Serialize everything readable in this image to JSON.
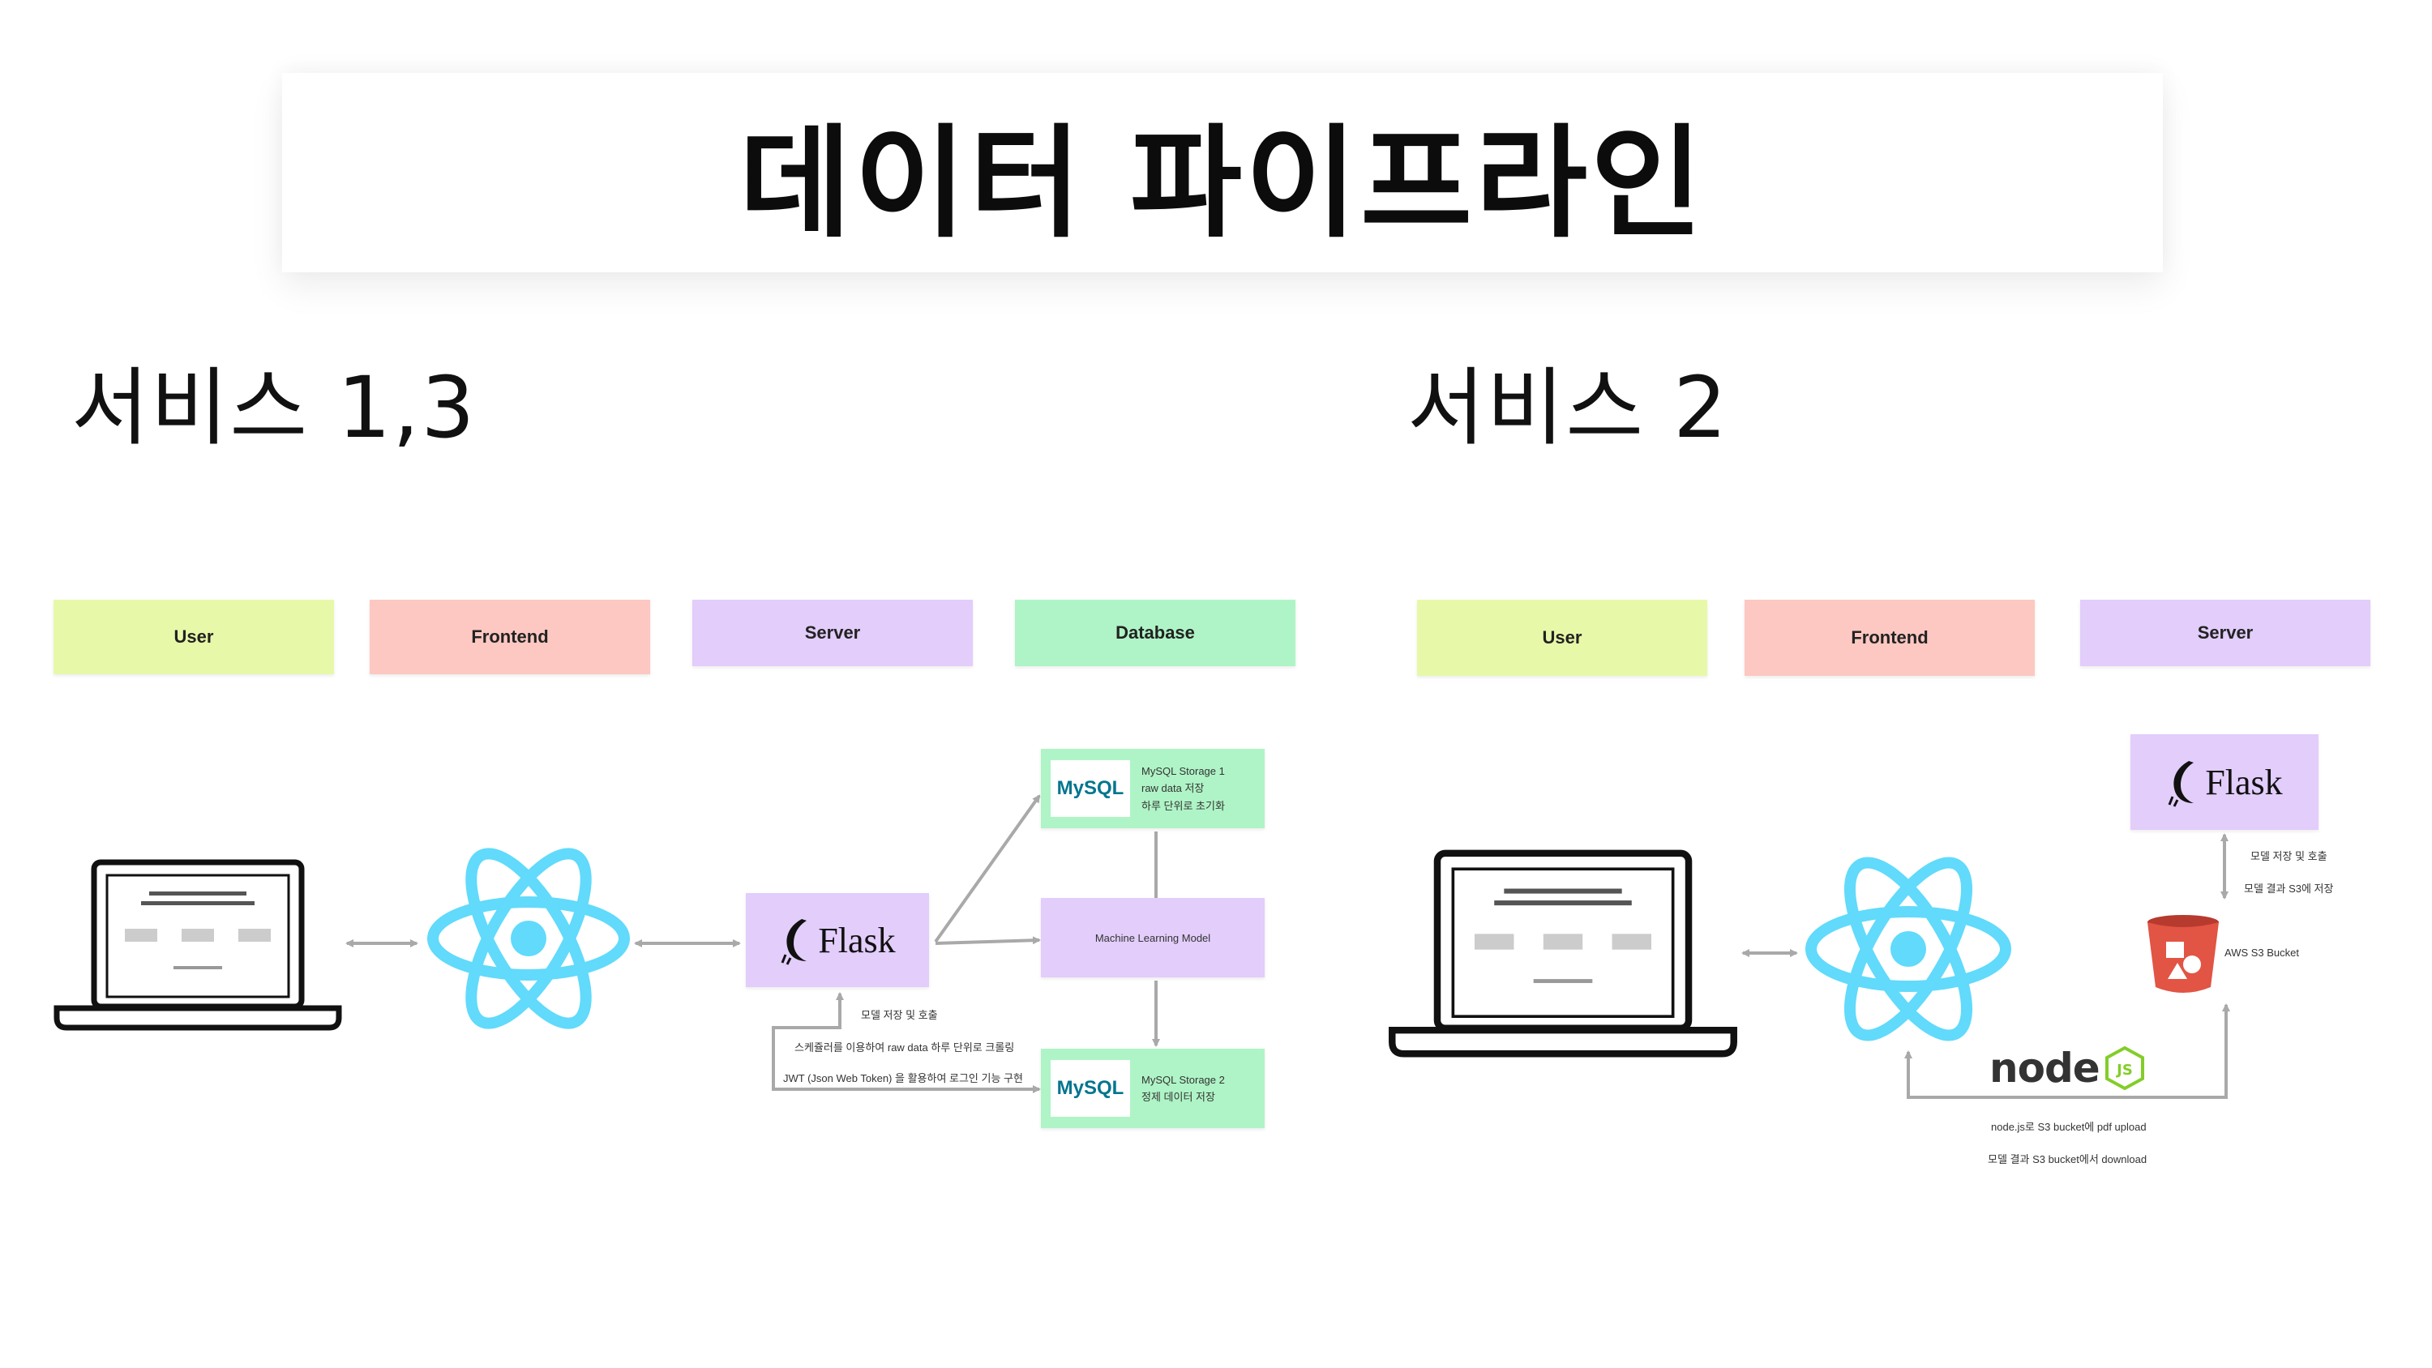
{
  "title": "데이터 파이프라인",
  "left": {
    "heading": "서비스 1,3",
    "lanes": [
      "User",
      "Frontend",
      "Server",
      "Database"
    ],
    "flask_label": "Flask",
    "mysql1": {
      "logo": "MySQL",
      "lines": [
        "MySQL Storage 1",
        "raw data 저장",
        "하루 단위로 초기화"
      ]
    },
    "ml": "Machine Learning Model",
    "mysql2": {
      "logo": "MySQL",
      "lines": [
        "MySQL Storage 2",
        "정제 데이터 저장"
      ]
    },
    "notes": [
      "모델 저장 및 호출",
      "스케쥴러를 이용하여 raw data 하루 단위로 크롤링",
      "JWT (Json Web Token) 을 활용하여 로그인 기능 구현"
    ]
  },
  "right": {
    "heading": "서비스 2",
    "lanes": [
      "User",
      "Frontend",
      "Server"
    ],
    "flask_label": "Flask",
    "flask_notes": [
      "모델 저장 및 호출",
      "모델 결과 S3에 저장"
    ],
    "s3_label": "AWS S3 Bucket",
    "node_logo": "node",
    "node_notes": [
      "node.js로 S3 bucket에 pdf upload",
      "모델 결과 S3 bucket에서 download"
    ]
  },
  "icons": [
    "laptop-icon",
    "react-icon",
    "flask-icon",
    "mysql-icon",
    "aws-s3-icon",
    "nodejs-icon"
  ],
  "colors": {
    "user_lane": "#e7f9a9",
    "frontend_lane": "#fdc8c2",
    "server_lane": "#e2cdfb",
    "database_lane": "#aff4c6",
    "react": "#61dafb",
    "connector": "#a9a9a9",
    "s3_red": "#e25444",
    "node_green": "#83cd29"
  }
}
